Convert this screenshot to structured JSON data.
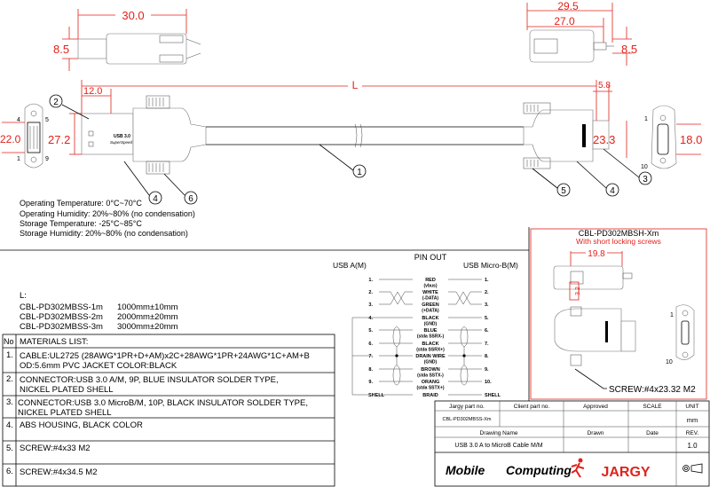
{
  "dimensions": {
    "top_left_length": "30.0",
    "top_left_height": "8.5",
    "top_right_length_outer": "29.5",
    "top_right_length_inner": "27.0",
    "top_right_height": "8.5",
    "cable_length": "L",
    "plug_a_length": "12.0",
    "micro_plug_length": "5.8",
    "usb_a_face_height": "22.0",
    "usb_a_body_height": "27.2",
    "micro_body_height": "23.3",
    "micro_face_height": "18.0"
  },
  "pin_labels": {
    "a_pin1": "1",
    "a_pin4": "4",
    "a_pin5": "5",
    "a_pin9": "9",
    "b_pin1": "1",
    "b_pin10": "10"
  },
  "balloons": [
    "2",
    "1",
    "4",
    "6",
    "5",
    "4",
    "3"
  ],
  "plug_marking": {
    "line1": "USB 3.0",
    "line2": "SuperSpeed"
  },
  "environment": [
    "Operating Temperature: 0°C~70°C",
    "Operating Humidity: 20%~80% (no condensation)",
    "Storage Temperature: -25°C~85°C",
    "Storage  Humidity: 20%~80% (no condensation)"
  ],
  "lengths": {
    "header": "L:",
    "rows": [
      {
        "part": "CBL-PD302MBSS-1m",
        "length": "1000mm±10mm"
      },
      {
        "part": "CBL-PD302MBSS-2m",
        "length": "2000mm±20mm"
      },
      {
        "part": "CBL-PD302MBSS-3m",
        "length": "3000mm±20mm"
      }
    ]
  },
  "materials": {
    "no_header": "No",
    "title": "MATERIALS LIST:",
    "rows": [
      {
        "no": "1.",
        "line1": "CABLE:UL2725 (28AWG*1PR+D+AM)x2C+28AWG*1PR+24AWG*1C+AM+B",
        "line2": "OD:5.6mm  PVC JACKET COLOR:BLACK"
      },
      {
        "no": "2.",
        "line1": "CONNECTOR:USB 3.0 A/M, 9P, BLUE INSULATOR SOLDER TYPE,",
        "line2": "NICKEL PLATED SHELL"
      },
      {
        "no": "3.",
        "line1": "CONNECTOR:USB 3.0 MicroB/M, 10P, BLACK INSULATOR SOLDER TYPE,",
        "line2": "NICKEL PLATED SHELL"
      },
      {
        "no": "4.",
        "line1": "ABS HOUSING, BLACK COLOR",
        "line2": ""
      },
      {
        "no": "5.",
        "line1": "SCREW:#4x33 M2",
        "line2": ""
      },
      {
        "no": "6.",
        "line1": "SCREW:#4x34.5 M2",
        "line2": ""
      }
    ]
  },
  "pinout": {
    "title": "PIN OUT",
    "left_header": "USB A(M)",
    "right_header": "USB Micro-B(M)",
    "rows": [
      {
        "left": "1.",
        "wire": "RED",
        "note": "(vbus)",
        "right": "1."
      },
      {
        "left": "2.",
        "wire": "WHITE",
        "note": "(-DATA)",
        "right": "2."
      },
      {
        "left": "3.",
        "wire": "GREEN",
        "note": "(+DATA)",
        "right": "3."
      },
      {
        "left": "4.",
        "wire": "BLACK",
        "note": "(GND)",
        "right": "5."
      },
      {
        "left": "5.",
        "wire": "BLUE",
        "note": "(stda SSRX-)",
        "right": "6."
      },
      {
        "left": "6.",
        "wire": "BLACK",
        "note": "(stda SSRX+)",
        "right": "7."
      },
      {
        "left": "7.",
        "wire": "DRAIN WIRE",
        "note": "(GND)",
        "right": "8."
      },
      {
        "left": "8.",
        "wire": "BROWN",
        "note": "(stda SSTX-)",
        "right": "9."
      },
      {
        "left": "9.",
        "wire": "ORANG",
        "note": "(stda SSTX+)",
        "right": "10."
      },
      {
        "left": "SHELL",
        "wire": "BRAID",
        "note": "",
        "right": "SHELL"
      }
    ]
  },
  "variant": {
    "part": "CBL-PD302MBSH-Xm",
    "subtitle": "With short locking screws",
    "length_dim": "19.8",
    "height_dim": "3.2",
    "pin1": "1",
    "pin10": "10",
    "screw": "SCREW:#4x23.32 M2"
  },
  "title_block": {
    "jargy_part_label": "Jargy part no.",
    "client_part_label": "Client part no.",
    "approved_label": "Approved",
    "scale_label": "SCALE",
    "unit_label": "UNIT",
    "jargy_part_value": "CBL-PD302MBSS-Xm",
    "unit_value": "mm",
    "drawing_name_label": "Drawing Name",
    "drawn_label": "Drawn",
    "date_label": "Date",
    "rev_label": "REV.",
    "drawing_name_value": "USB 3.0 A to MicroB Cable M/M",
    "rev_value": "1.0",
    "logo_mobile": "Mobile",
    "logo_computing": "Computing",
    "logo_jargy": "JARGY"
  },
  "colors": {
    "dimension": "#e0231c",
    "line": "#000000"
  }
}
